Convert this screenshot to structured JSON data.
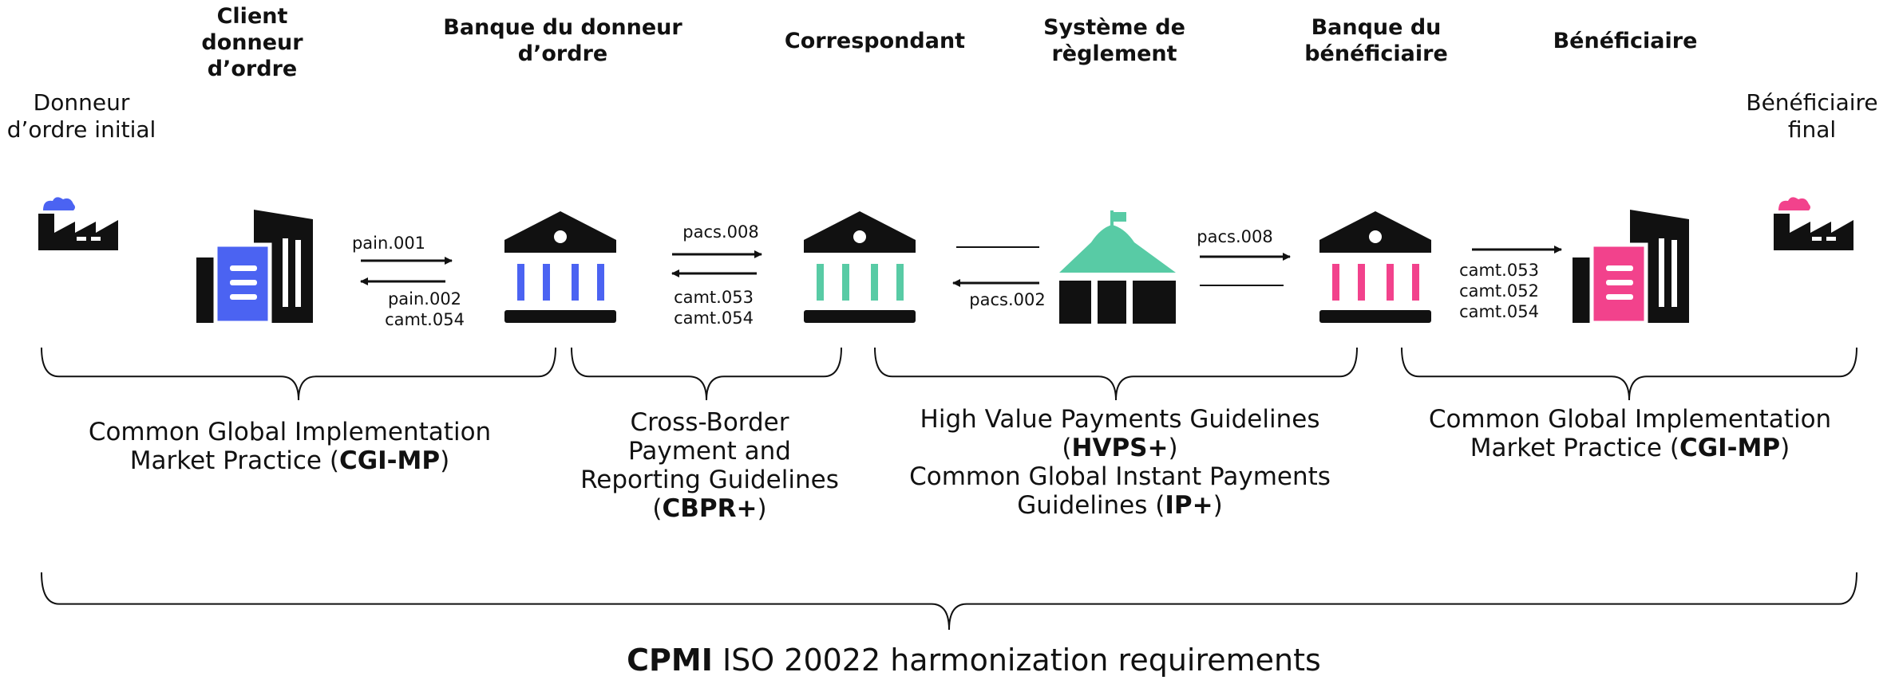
{
  "colors": {
    "blue": "#4B63F2",
    "green": "#58CBA5",
    "pink": "#F2428C",
    "black": "#111111"
  },
  "actors": [
    {
      "id": "initial",
      "name": "",
      "subtitle": [
        "Donneur",
        "d’ordre initial"
      ],
      "icon": "factory-icon",
      "accent": "blue"
    },
    {
      "id": "client",
      "name": [
        "Client",
        "donneur",
        "d’ordre"
      ],
      "icon": "office-building-icon",
      "accent": "blue"
    },
    {
      "id": "debtor-bank",
      "name": [
        "Banque du donneur",
        "d’ordre"
      ],
      "icon": "bank-icon",
      "accent": "blue"
    },
    {
      "id": "correspondent",
      "name": [
        "Correspondant"
      ],
      "icon": "bank-icon",
      "accent": "green"
    },
    {
      "id": "settlement",
      "name": [
        "Système de",
        "règlement"
      ],
      "icon": "settlement-building-icon",
      "accent": "green"
    },
    {
      "id": "creditor-bank",
      "name": [
        "Banque du",
        "bénéficiaire"
      ],
      "icon": "bank-icon",
      "accent": "pink"
    },
    {
      "id": "beneficiary",
      "name": [
        "Bénéficiaire"
      ],
      "icon": "office-building-icon",
      "accent": "pink"
    },
    {
      "id": "final",
      "name": "",
      "subtitle": [
        "Bénéficiaire",
        "final"
      ],
      "icon": "factory-icon",
      "accent": "pink"
    }
  ],
  "messages": {
    "client_to_bank_forward": "pain.001",
    "client_to_bank_back": [
      "pain.002",
      "camt.054"
    ],
    "bank_to_corr_forward": "pacs.008",
    "bank_to_corr_back": [
      "camt.053",
      "camt.054"
    ],
    "corr_to_settle_back": "pacs.002",
    "settle_to_bank_forward": "pacs.008",
    "bank_to_beneficiary": [
      "camt.053",
      "camt.052",
      "camt.054"
    ]
  },
  "groups": [
    {
      "id": "cgi-left",
      "lines": [
        [
          "Common Global Implementation",
          ""
        ],
        [
          "Market Practice (",
          "CGI-MP",
          ")"
        ]
      ]
    },
    {
      "id": "cbpr",
      "lines": [
        [
          "Cross-Border"
        ],
        [
          "Payment and"
        ],
        [
          "Reporting Guidelines"
        ],
        [
          "(",
          "CBPR+",
          ")"
        ]
      ]
    },
    {
      "id": "hvps",
      "lines": [
        [
          "High Value Payments Guidelines"
        ],
        [
          "(",
          "HVPS+",
          ")"
        ],
        [
          "Common Global Instant Payments"
        ],
        [
          "Guidelines (",
          "IP+",
          ")"
        ]
      ]
    },
    {
      "id": "cgi-right",
      "lines": [
        [
          "Common Global Implementation"
        ],
        [
          "Market Practice (",
          "CGI-MP",
          ")"
        ]
      ]
    }
  ],
  "footer": {
    "bold": "CPMI",
    "rest": " ISO 20022 harmonization requirements"
  }
}
